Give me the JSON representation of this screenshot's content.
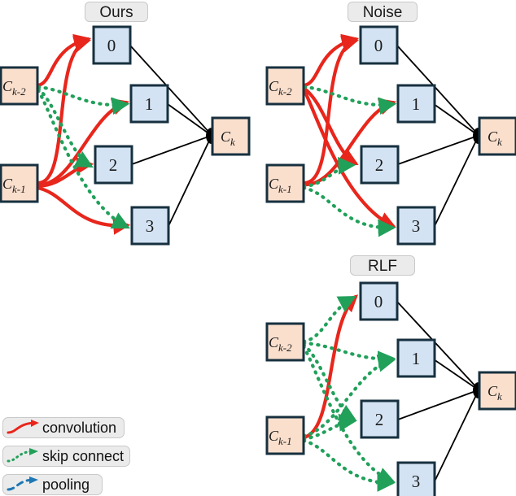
{
  "figure": {
    "type": "diagram",
    "description": "Three cell-architecture graphs comparing search methods, plus an edge-type legend",
    "background_color": "#ffffff"
  },
  "colors": {
    "convolution": "#e8261c",
    "skip_connect": "#21a05a",
    "pooling": "#1f77b4",
    "node_fill": "#d3e3f3",
    "node_stroke": "#17303f",
    "cell_fill": "#fadfcd",
    "cell_stroke": "#17303f",
    "output_edge": "#000000",
    "title_fill": "#ebebeb",
    "title_stroke": "#c9c9c9"
  },
  "panels": [
    {
      "id": "ours",
      "title": "Ours",
      "inputs": [
        {
          "id": "ck2",
          "label": "C",
          "sub": "k-2",
          "full": "C_{k-2}"
        },
        {
          "id": "ck1",
          "label": "C",
          "sub": "k-1",
          "full": "C_{k-1}"
        }
      ],
      "nodes": [
        "0",
        "1",
        "2",
        "3"
      ],
      "output": {
        "id": "ck",
        "label": "C",
        "sub": "k",
        "full": "C_k"
      },
      "edges": [
        {
          "from": "ck2",
          "to": "0",
          "op": "convolution"
        },
        {
          "from": "ck1",
          "to": "0",
          "op": "convolution"
        },
        {
          "from": "ck2",
          "to": "1",
          "op": "skip_connect"
        },
        {
          "from": "ck1",
          "to": "1",
          "op": "convolution"
        },
        {
          "from": "ck2",
          "to": "2",
          "op": "skip_connect"
        },
        {
          "from": "ck1",
          "to": "2",
          "op": "convolution"
        },
        {
          "from": "ck2",
          "to": "3",
          "op": "skip_connect"
        },
        {
          "from": "ck1",
          "to": "3",
          "op": "convolution"
        },
        {
          "from": "0",
          "to": "ck",
          "op": "output"
        },
        {
          "from": "1",
          "to": "ck",
          "op": "output"
        },
        {
          "from": "2",
          "to": "ck",
          "op": "output"
        },
        {
          "from": "3",
          "to": "ck",
          "op": "output"
        }
      ]
    },
    {
      "id": "noise",
      "title": "Noise",
      "inputs": [
        {
          "id": "ck2",
          "label": "C",
          "sub": "k-2",
          "full": "C_{k-2}"
        },
        {
          "id": "ck1",
          "label": "C",
          "sub": "k-1",
          "full": "C_{k-1}"
        }
      ],
      "nodes": [
        "0",
        "1",
        "2",
        "3"
      ],
      "output": {
        "id": "ck",
        "label": "C",
        "sub": "k",
        "full": "C_k"
      },
      "edges": [
        {
          "from": "ck2",
          "to": "0",
          "op": "convolution"
        },
        {
          "from": "ck1",
          "to": "0",
          "op": "convolution"
        },
        {
          "from": "ck2",
          "to": "1",
          "op": "skip_connect"
        },
        {
          "from": "ck1",
          "to": "1",
          "op": "convolution"
        },
        {
          "from": "ck2",
          "to": "2",
          "op": "convolution"
        },
        {
          "from": "ck1",
          "to": "2",
          "op": "skip_connect"
        },
        {
          "from": "ck2",
          "to": "3",
          "op": "convolution"
        },
        {
          "from": "ck1",
          "to": "3",
          "op": "skip_connect"
        },
        {
          "from": "0",
          "to": "ck",
          "op": "output"
        },
        {
          "from": "1",
          "to": "ck",
          "op": "output"
        },
        {
          "from": "2",
          "to": "ck",
          "op": "output"
        },
        {
          "from": "3",
          "to": "ck",
          "op": "output"
        }
      ]
    },
    {
      "id": "rlf",
      "title": "RLF",
      "inputs": [
        {
          "id": "ck2",
          "label": "C",
          "sub": "k-2",
          "full": "C_{k-2}"
        },
        {
          "id": "ck1",
          "label": "C",
          "sub": "k-1",
          "full": "C_{k-1}"
        }
      ],
      "nodes": [
        "0",
        "1",
        "2",
        "3"
      ],
      "output": {
        "id": "ck",
        "label": "C",
        "sub": "k",
        "full": "C_k"
      },
      "edges": [
        {
          "from": "ck2",
          "to": "0",
          "op": "skip_connect"
        },
        {
          "from": "ck1",
          "to": "0",
          "op": "convolution"
        },
        {
          "from": "ck2",
          "to": "1",
          "op": "skip_connect"
        },
        {
          "from": "ck1",
          "to": "1",
          "op": "skip_connect"
        },
        {
          "from": "ck2",
          "to": "2",
          "op": "skip_connect"
        },
        {
          "from": "ck1",
          "to": "2",
          "op": "skip_connect"
        },
        {
          "from": "ck2",
          "to": "3",
          "op": "skip_connect"
        },
        {
          "from": "ck1",
          "to": "3",
          "op": "skip_connect"
        },
        {
          "from": "0",
          "to": "ck",
          "op": "output"
        },
        {
          "from": "1",
          "to": "ck",
          "op": "output"
        },
        {
          "from": "2",
          "to": "ck",
          "op": "output"
        },
        {
          "from": "3",
          "to": "ck",
          "op": "output"
        }
      ]
    }
  ],
  "legend": {
    "items": [
      {
        "id": "convolution",
        "label": "convolution",
        "style": "solid",
        "color": "#e8261c"
      },
      {
        "id": "skip_connect",
        "label": "skip connect",
        "style": "dotted",
        "color": "#21a05a"
      },
      {
        "id": "pooling",
        "label": "pooling",
        "style": "dashed",
        "color": "#1f77b4"
      }
    ]
  }
}
